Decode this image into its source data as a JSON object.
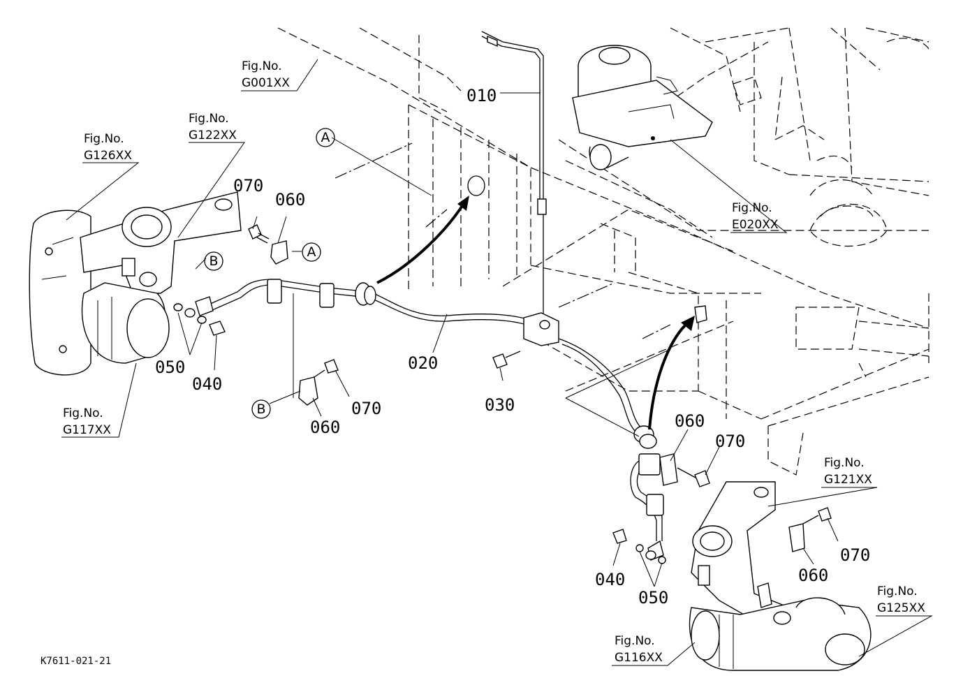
{
  "part_numbers": {
    "p010": "010",
    "p020": "020",
    "p030": "030",
    "p040_left": "040",
    "p040_right": "040",
    "p050_left": "050",
    "p050_right": "050",
    "p060_top": "060",
    "p060_bottom": "060",
    "p060_right_upper": "060",
    "p060_right_lower": "060",
    "p070_top": "070",
    "p070_bottom": "070",
    "p070_right_upper": "070",
    "p070_right_lower": "070"
  },
  "figure_refs": {
    "g001": {
      "line1": "Fig.No.",
      "line2": "G001XX"
    },
    "g122": {
      "line1": "Fig.No.",
      "line2": "G122XX"
    },
    "g126": {
      "line1": "Fig.No.",
      "line2": "G126XX"
    },
    "e020": {
      "line1": "Fig.No.",
      "line2": "E020XX"
    },
    "g117": {
      "line1": "Fig.No.",
      "line2": "G117XX"
    },
    "g121": {
      "line1": "Fig.No.",
      "line2": "G121XX"
    },
    "g125": {
      "line1": "Fig.No.",
      "line2": "G125XX"
    },
    "g116": {
      "line1": "Fig.No.",
      "line2": "G116XX"
    }
  },
  "callouts": {
    "a_top": "A",
    "a_clip": "A",
    "b_knuckle": "B",
    "b_clip": "B"
  },
  "drawing_code": "K7611-021-21"
}
